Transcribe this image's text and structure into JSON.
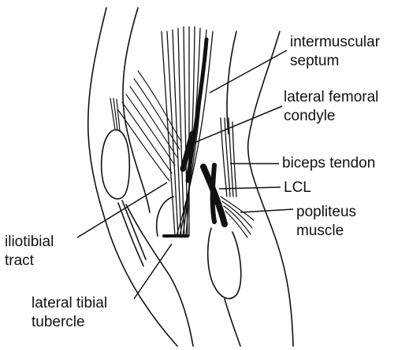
{
  "labels": {
    "intermuscular_septum": [
      "intermuscular",
      "septum"
    ],
    "lateral_femoral_condyle": [
      "lateral femoral",
      "condyle"
    ],
    "biceps_tendon": [
      "biceps tendon"
    ],
    "lcl": [
      "LCL"
    ],
    "popliteus_muscle": [
      "popliteus",
      "muscle"
    ],
    "iliotibial_tract": [
      "iliotibial",
      "tract"
    ],
    "lateral_tibial_tubercle": [
      "lateral tibial",
      "tubercle"
    ]
  },
  "colors": {
    "ink": "#111111",
    "background": "#ffffff"
  }
}
